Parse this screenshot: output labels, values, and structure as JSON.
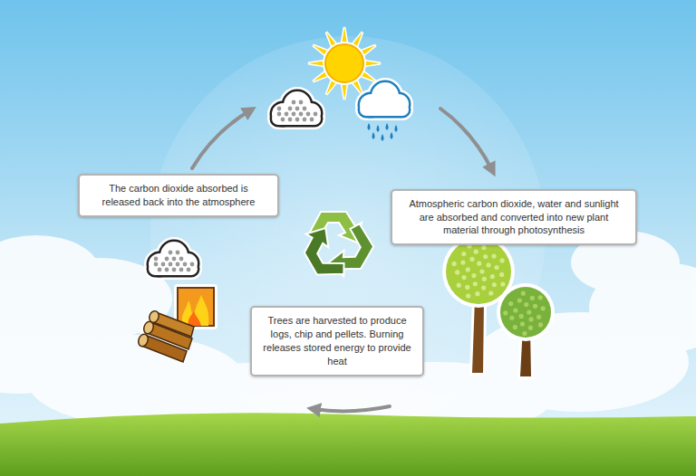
{
  "diagram": {
    "nodes": [
      {
        "text": [
          "The carbon dioxide absorbed is released back into the atmosphere"
        ]
      },
      {
        "text": [
          "Atmospheric carbon dioxide, water and sunlight are absorbed and converted into new plant material through photosynthesis"
        ]
      },
      {
        "text": [
          "Trees are harvested to produce logs, chip and pellets. Burning releases stored energy to provide heat"
        ]
      }
    ]
  }
}
